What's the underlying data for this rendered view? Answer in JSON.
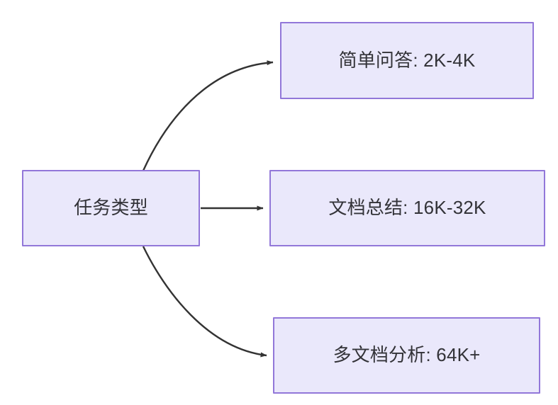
{
  "diagram": {
    "type": "flowchart",
    "direction": "left-to-right",
    "background_color": "#ffffff",
    "node_fill_color": "#eae8fb",
    "node_border_color": "#9277d9",
    "node_text_color": "#333338",
    "edge_color": "#333333",
    "nodes": [
      {
        "id": "source",
        "label": "任务类型"
      },
      {
        "id": "simple",
        "label": "简单问答: 2K-4K"
      },
      {
        "id": "summary",
        "label": "文档总结: 16K-32K"
      },
      {
        "id": "multidoc",
        "label": "多文档分析: 64K+"
      }
    ],
    "edges": [
      {
        "from": "source",
        "to": "simple",
        "label": "",
        "style": "curved-up"
      },
      {
        "from": "source",
        "to": "summary",
        "label": "",
        "style": "straight"
      },
      {
        "from": "source",
        "to": "multidoc",
        "label": "",
        "style": "curved-down"
      }
    ]
  }
}
